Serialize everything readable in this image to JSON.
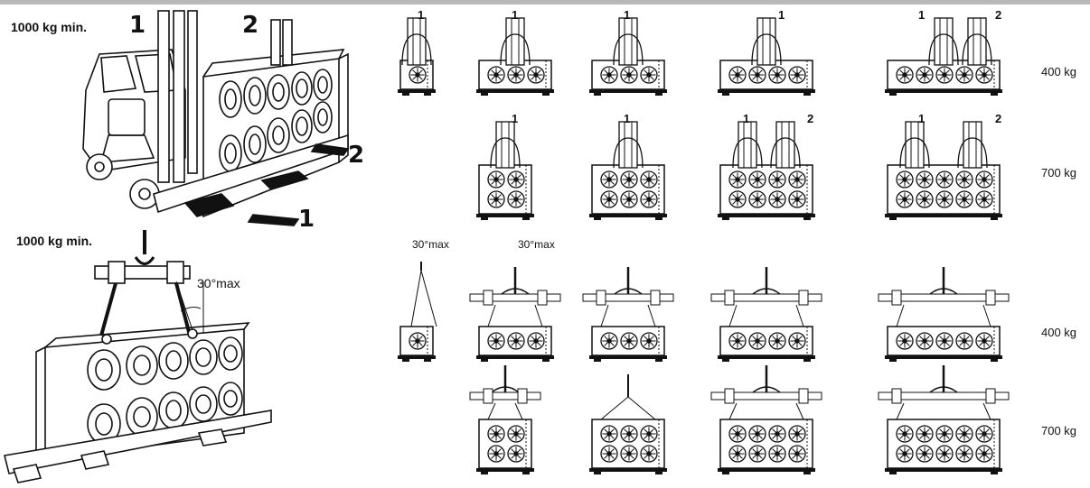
{
  "labels": {
    "forklift_min": "1000 kg min.",
    "crane_min": "1000 kg min.",
    "crane_angle": "30°max",
    "grid_angle_a": "30°max",
    "grid_angle_b": "30°max",
    "fork_1": "1",
    "fork_2": "2",
    "tine_1": "1",
    "tine_2": "2"
  },
  "weights": {
    "row1": "400 kg",
    "row2": "700 kg",
    "row3": "400 kg",
    "row4": "700 kg"
  },
  "fork_numbers": {
    "r1": [
      "1",
      "1",
      "1",
      "1",
      "1",
      "2"
    ],
    "r2": [
      "1",
      "1",
      "1",
      "2",
      "1",
      "2"
    ]
  }
}
